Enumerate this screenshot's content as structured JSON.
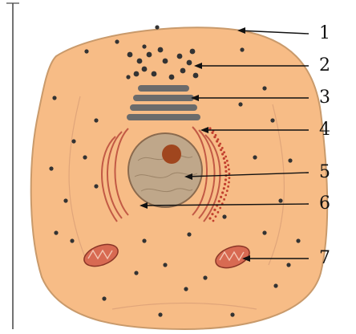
{
  "diagram": {
    "labels": [
      "1",
      "2",
      "3",
      "4",
      "5",
      "6",
      "7"
    ],
    "colors": {
      "cytoplasm": "#F7BC86",
      "cell_outline": "#C99A6B",
      "golgi": "#6B6B6B",
      "nucleus": "#BFA78A",
      "nucleolus": "#A0461E",
      "er": "#C25A45",
      "ribosome": "#C2402E",
      "mitochondrion": "#D86A52",
      "granule": "#333333",
      "pointer": "#111111"
    }
  }
}
